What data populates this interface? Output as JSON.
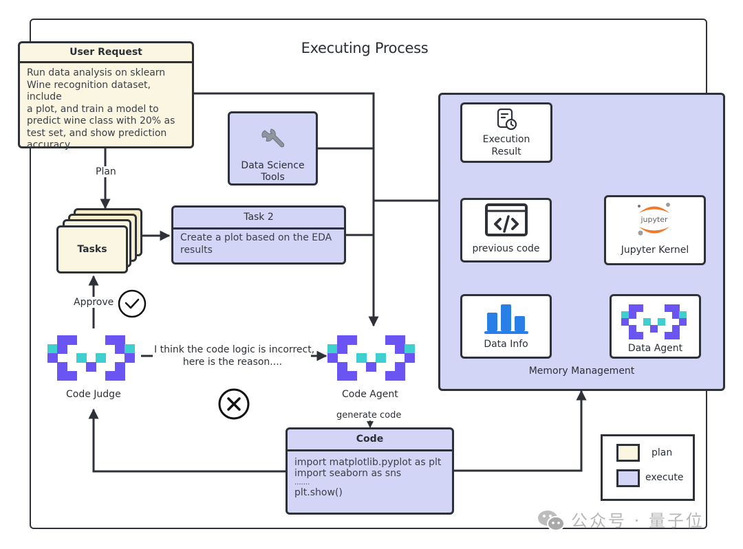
{
  "title": "Executing Process",
  "user_request": {
    "header": "User Request",
    "lines": [
      "Run data analysis on sklearn",
      "Wine recognition dataset, include",
      "a plot, and train a model to",
      "predict wine class with 20% as",
      "test set, and show prediction",
      "accuracy"
    ]
  },
  "edges": {
    "plan_label": "Plan",
    "approve_label": "Approve",
    "feedback_line1": "I think the code logic is incorrect,",
    "feedback_line2": "here is the reason....",
    "generate_label": "generate code"
  },
  "data_science_tools": {
    "label_line1": "Data Science",
    "label_line2": "Tools",
    "icon": "wrench-icon"
  },
  "tasks": {
    "label": "Tasks"
  },
  "task2": {
    "header": "Task 2",
    "lines": [
      "Create a plot based on the EDA",
      "results"
    ]
  },
  "code_judge": {
    "label": "Code Judge"
  },
  "code_agent": {
    "label": "Code Agent"
  },
  "code": {
    "header": "Code",
    "lines": [
      "import matplotlib.pyplot as plt",
      "import seaborn as sns",
      ".......",
      "plt.show()"
    ]
  },
  "memory": {
    "title": "Memory Management",
    "execution_result": {
      "line1": "Execution",
      "line2": "Result"
    },
    "previous_code": {
      "label": "previous code"
    },
    "jupyter_kernel": {
      "label": "Jupyter Kernel",
      "logo_text": "jupyter"
    },
    "data_info": {
      "label": "Data Info"
    },
    "data_agent": {
      "label": "Data Agent"
    }
  },
  "legend": [
    {
      "label": "plan",
      "color": "#fbf6e1"
    },
    {
      "label": "execute",
      "color": "#d3d5f7"
    }
  ],
  "colors": {
    "plan": "#fbf6e1",
    "execute": "#d3d5f7",
    "logo_purple": "#6a55f2",
    "logo_teal": "#3fcfcf",
    "data_info_blue": "#2a7fe6",
    "jupyter_orange": "#f37726"
  },
  "watermark": "公众号 · 量子位"
}
